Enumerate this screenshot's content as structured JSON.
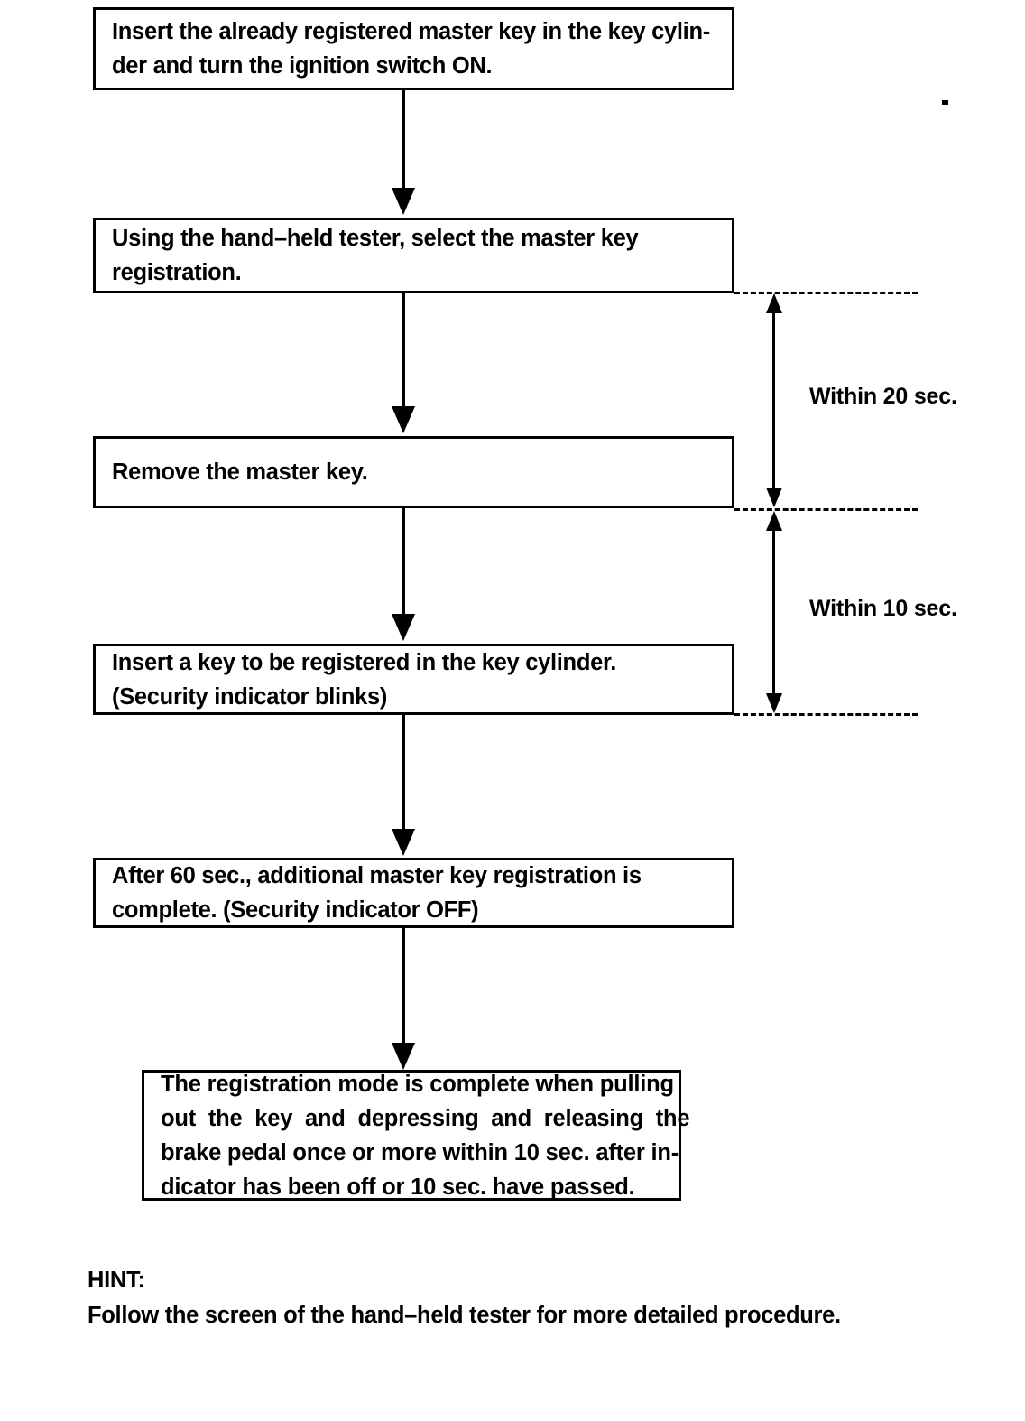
{
  "document": {
    "type": "flowchart",
    "subject": "Additional master key registration procedure"
  },
  "flow": {
    "nodes": [
      {
        "id": "step-1",
        "lines": [
          "Insert the already registered master key in the key cylin-",
          "der and turn the ignition switch ON."
        ]
      },
      {
        "id": "step-2",
        "lines": [
          "Using the hand–held tester, select the master key",
          "registration."
        ]
      },
      {
        "id": "step-3",
        "lines": [
          "Remove the master key."
        ]
      },
      {
        "id": "step-4",
        "lines": [
          "Insert a key to be registered in the key cylinder.",
          "(Security indicator blinks)"
        ]
      },
      {
        "id": "step-5",
        "lines": [
          "After 60 sec., additional master key registration is",
          "complete. (Security indicator OFF)"
        ]
      },
      {
        "id": "step-6",
        "lines": [
          "The registration mode is complete when pulling",
          "out  the  key  and  depressing  and  releasing  the",
          "brake pedal once or more within 10 sec. after in-",
          "dicator has been off or 10 sec. have passed."
        ]
      }
    ]
  },
  "timing": {
    "annotations": [
      {
        "id": "within-20-sec",
        "label": "Within 20 sec.",
        "from": "step-2",
        "to": "step-3"
      },
      {
        "id": "within-10-sec",
        "label": "Within 10 sec.",
        "from": "step-3",
        "to": "step-4"
      }
    ]
  },
  "hint": {
    "title": "HINT:",
    "text": "Follow the screen of the hand–held tester for more detailed procedure."
  },
  "colors": {
    "ink": "#000000",
    "paper": "#ffffff"
  }
}
